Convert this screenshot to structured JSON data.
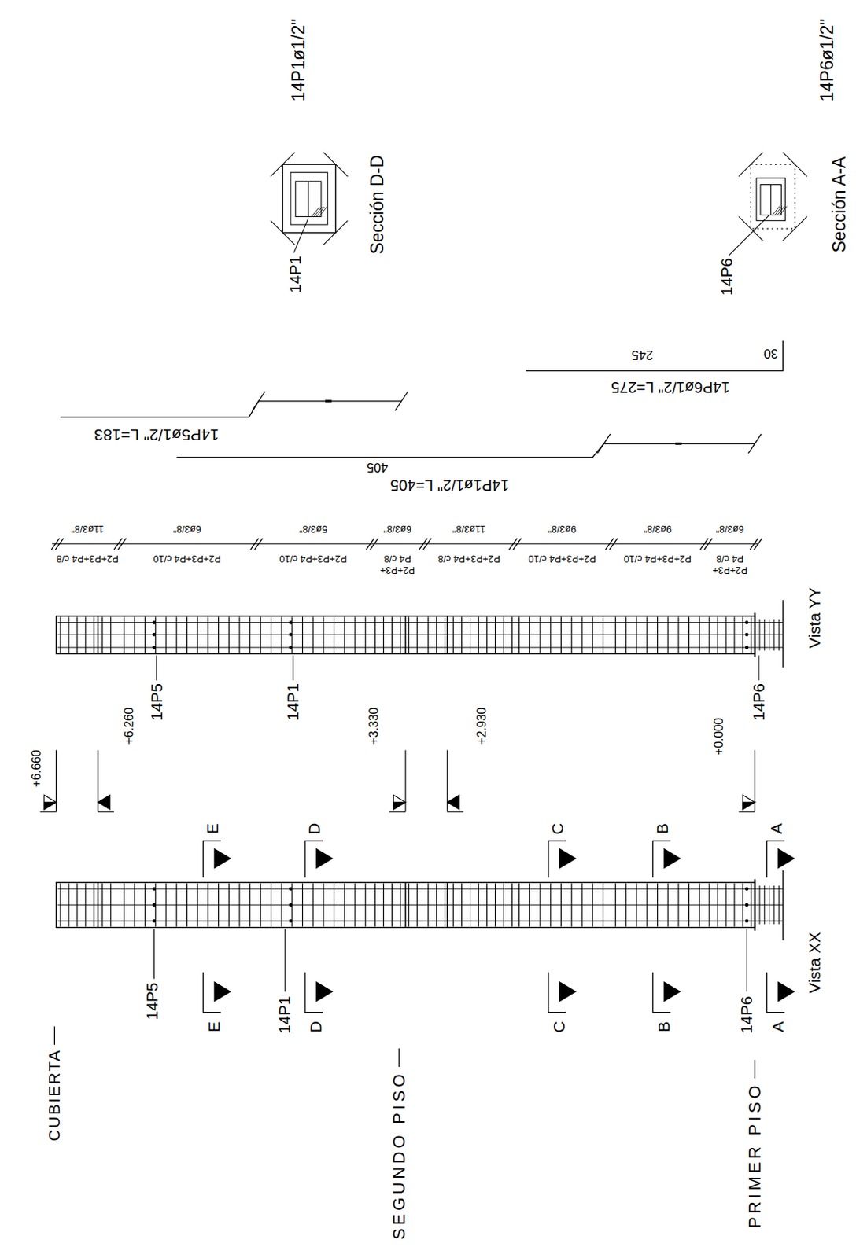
{
  "diagram": {
    "labels": [
      "14P1ø1/2\"",
      "14P6ø1/2\"",
      "Sección D-D",
      "Sección A-A",
      "14P1",
      "14P6",
      "14P5ø1/2\" L=183",
      "405",
      "14P1ø1/2\" L=405",
      "245",
      "30",
      "14P6ø1/2\" L=275",
      "11ø3/8\"",
      "P2+P3+P4 c/8",
      "6ø3/8\"",
      "P2+P3+P4 c/10",
      "5ø3/8\"",
      "P2+P3+P4 c/10",
      "6ø3/8\"",
      "P2+P3+ P4 c/8",
      "11ø3/8\"",
      "P2+P3+P4 c/8",
      "9ø3/8\"",
      "P2+P3+P4 c/10",
      "9ø3/8\"",
      "P2+P3+P4 c/10",
      "6ø3/8\"",
      "P2+P3+ P4 c/8",
      "+6.660",
      "+6.260",
      "+3.330",
      "+2.930",
      "+0.000",
      "14P5",
      "14P1",
      "14P6",
      "Vista YY",
      "E",
      "D",
      "C",
      "B",
      "A",
      "14P5",
      "E",
      "14P1",
      "D",
      "C",
      "B",
      "14P6",
      "A",
      "Vista XX",
      "CUBIERTA",
      "SEGUNDO PISO",
      "PRIMER PISO"
    ]
  }
}
